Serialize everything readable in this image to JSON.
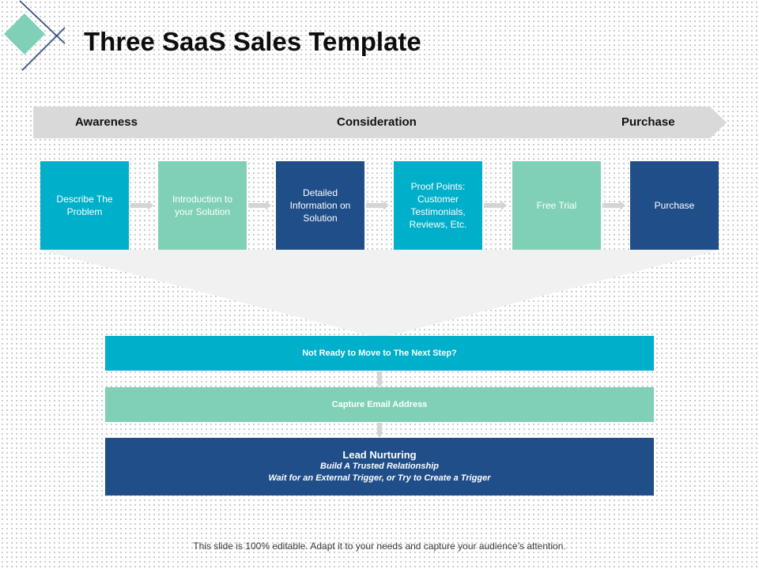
{
  "slide": {
    "title": "Three SaaS Sales Template",
    "footer": "This slide is 100% editable. Adapt it to your needs and capture your audience’s attention."
  },
  "colors": {
    "teal": "#00AFC9",
    "mint": "#7FD0B6",
    "navy": "#1F4E89",
    "band_grey": "#D9D9D9",
    "funnel_grey": "#F1F1F1",
    "arrow_grey": "#D4D4D4",
    "logo_diamond": "#7FD0B6",
    "logo_lines": "#2E4A7A"
  },
  "stages": [
    {
      "label": "Awareness"
    },
    {
      "label": "Consideration"
    },
    {
      "label": "Purchase"
    }
  ],
  "steps": [
    {
      "label": "Describe The\nProblem",
      "color": "teal"
    },
    {
      "label": "Introduction to\nyour Solution",
      "color": "mint"
    },
    {
      "label": "Detailed\nInformation on\nSolution",
      "color": "navy"
    },
    {
      "label": "Proof Points:\nCustomer\nTestimonials,\nReviews, Etc.",
      "color": "teal"
    },
    {
      "label": "Free Trial",
      "color": "mint"
    },
    {
      "label": "Purchase",
      "color": "navy"
    }
  ],
  "bars": {
    "not_ready": "Not Ready to Move to The Next Step?",
    "capture": "Capture Email Address",
    "lead": {
      "title": "Lead Nurturing",
      "line1": "Build A Trusted Relationship",
      "line2": "Wait for an External Trigger, or Try to Create a Trigger"
    }
  }
}
